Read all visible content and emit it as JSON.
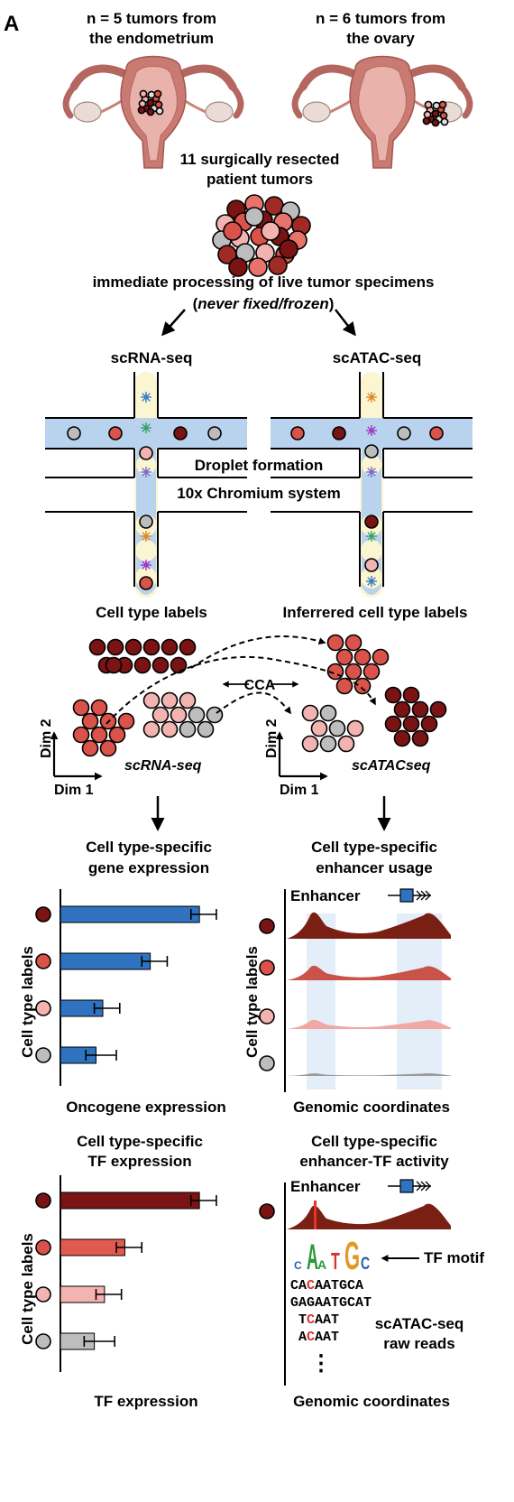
{
  "panel_label": "A",
  "header": {
    "left": [
      "n = 5 tumors from",
      "the endometrium"
    ],
    "right": [
      "n = 6 tumors from",
      "the ovary"
    ],
    "center": [
      "11 surgically resected",
      "patient tumors"
    ],
    "processing_line1": "immediate processing of live tumor specimens",
    "processing_open": "(",
    "processing_italic": "never fixed/frozen",
    "processing_close": ")"
  },
  "seq": {
    "left_title": "scRNA-seq",
    "right_title": "scATAC-seq",
    "droplet": "Droplet formation",
    "chromium": "10x Chromium system"
  },
  "embedding": {
    "left_title": "Cell type labels",
    "right_title": "Inferrered cell type labels",
    "cca": "CCA",
    "dim1": "Dim 1",
    "dim2": "Dim 2",
    "left_label": "scRNA-seq",
    "right_label": "scATACseq"
  },
  "gene_panel": {
    "title": [
      "Cell type-specific",
      "gene expression"
    ],
    "ylabel": "Cell type labels",
    "xlabel": "Oncogene expression"
  },
  "enhancer_panel": {
    "title": [
      "Cell type-specific",
      "enhancer usage"
    ],
    "ylabel": "Cell type labels",
    "enhancer": "Enhancer",
    "xlabel": "Genomic coordinates"
  },
  "tf_panel": {
    "title": [
      "Cell type-specific",
      "TF expression"
    ],
    "ylabel": "Cell type labels",
    "xlabel": "TF expression"
  },
  "motif_panel": {
    "title": [
      "Cell type-specific",
      "enhancer-TF activity"
    ],
    "enhancer": "Enhancer",
    "tf_motif": "TF motif",
    "reads_label": [
      "scATAC-seq",
      "raw reads"
    ],
    "reads": [
      {
        "pre": "CA",
        "hi": "C",
        "post": "AATGCA"
      },
      {
        "pre": "GAGAATGCAT",
        "hi": "",
        "post": ""
      },
      {
        "pre": "T",
        "hi": "C",
        "post": "AAT"
      },
      {
        "pre": "A",
        "hi": "C",
        "post": "AAT"
      }
    ],
    "dots": "⋮",
    "xlabel": "Genomic coordinates"
  },
  "colors": {
    "dark_red": "#7a1414",
    "red": "#d9534a",
    "pink": "#f3b3b0",
    "gray": "#bdbdbd",
    "bar_blue": "#2f72c0",
    "channel_blue": "#b9d3ef",
    "droplet_yellow": "#fbf5d1"
  },
  "chart_data": [
    {
      "type": "bar",
      "orientation": "horizontal",
      "categories": [
        "dark red",
        "red",
        "pink",
        "gray"
      ],
      "values": [
        0.82,
        0.53,
        0.25,
        0.21
      ],
      "errors": [
        0.1,
        0.1,
        0.1,
        0.12
      ],
      "xlabel": "Oncogene expression",
      "ylabel": "Cell type labels",
      "xlim": [
        0,
        1
      ]
    },
    {
      "type": "bar",
      "orientation": "horizontal",
      "categories": [
        "dark red",
        "red",
        "pink",
        "gray"
      ],
      "values": [
        0.82,
        0.38,
        0.26,
        0.2
      ],
      "errors": [
        0.1,
        0.1,
        0.1,
        0.12
      ],
      "xlabel": "TF expression",
      "ylabel": "Cell type labels",
      "xlim": [
        0,
        1
      ]
    }
  ]
}
